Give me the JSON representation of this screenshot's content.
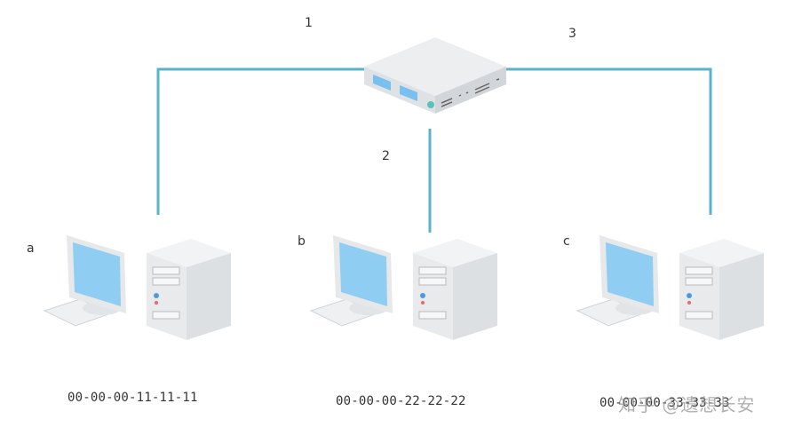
{
  "diagram": {
    "link_labels": [
      "1",
      "2",
      "3"
    ],
    "hosts": [
      {
        "id": "a",
        "label": "a",
        "mac": "00-00-00-11-11-11"
      },
      {
        "id": "b",
        "label": "b",
        "mac": "00-00-00-22-22-22"
      },
      {
        "id": "c",
        "label": "c",
        "mac": "00-00-00-33-33-33"
      }
    ],
    "device": "switch",
    "colors": {
      "cable": "#5bb3c9",
      "screen": "#8fcdf2",
      "body": "#e4e6e8"
    }
  },
  "watermark": "知乎 @遗想长安"
}
